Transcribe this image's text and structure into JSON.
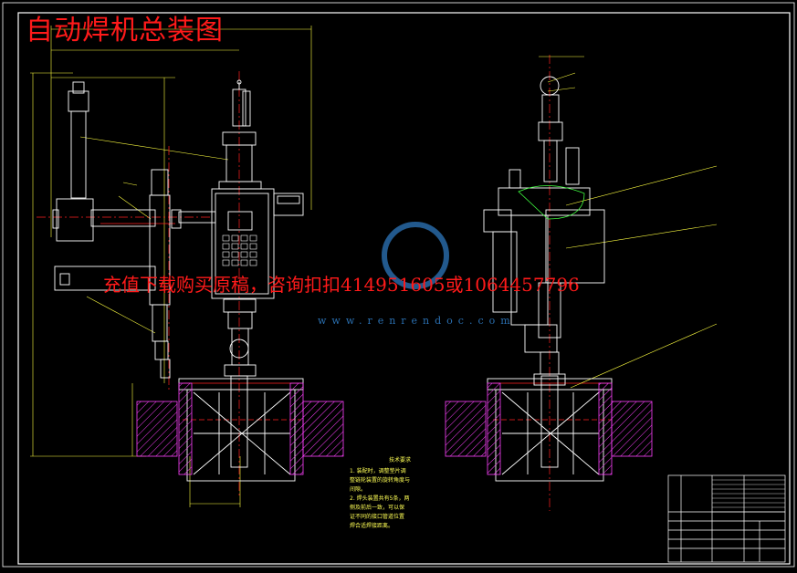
{
  "drawing": {
    "title": "自动焊机总装图",
    "banner": "充值下载购买原稿，咨询扣扣414951605或1064457796",
    "watermark": "www.renrendoc.com",
    "colors": {
      "background": "#000000",
      "frame": "#ffffff",
      "outline": "#ffffff",
      "centerline": "#ff2020",
      "dimension": "#ffff40",
      "hatch": "#ff40ff",
      "title_red": "#ff1a1a",
      "watermark": "#2a6fb0"
    }
  },
  "notes": {
    "title": "技术要求",
    "lines": [
      "1. 装配时，调整垫片调",
      "整链轮装置的旋转角度与",
      "间隙。",
      "2. 焊头装置共有5条，两",
      "侧及前后一致，可以保",
      "证不同的接口管道位置",
      "焊合适焊接距离。"
    ]
  }
}
